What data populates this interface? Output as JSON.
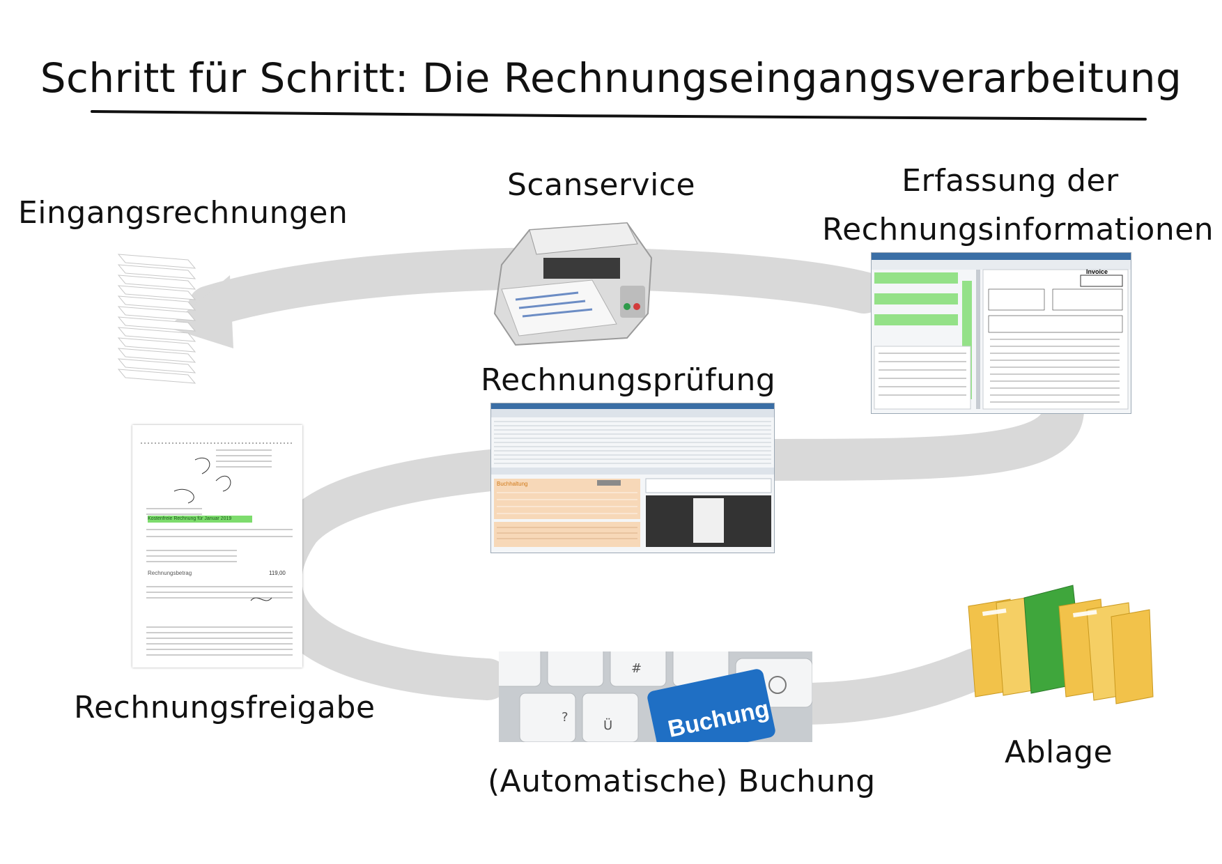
{
  "title": "Schritt für Schritt: Die Rechnungseingangsverarbeitung",
  "steps": {
    "eingangsrechnungen": "Eingangsrechnungen",
    "scanservice": "Scanservice",
    "erfassung_line1": "Erfassung der",
    "erfassung_line2": "Rechnungsinformationen",
    "rechnungspruefung": "Rechnungsprüfung",
    "rechnungsfreigabe": "Rechnungsfreigabe",
    "buchung": "(Automatische) Buchung",
    "ablage": "Ablage"
  },
  "invoice_doc": {
    "highlight": "Kostenfreie Rechnung für Januar 2019",
    "amount_label": "Rechnungsbetrag",
    "amount": "119,00"
  },
  "erfassung_doc": {
    "heading": "Invoice"
  },
  "pruefung_doc": {
    "section_heading": "Buchhaltung"
  },
  "keyboard": {
    "key_label": "Buchung"
  },
  "colors": {
    "flow_band": "#d9d9d9",
    "title_rule": "#111111",
    "key_blue": "#1f6fc4",
    "folder_yellow": "#f2c24a",
    "folder_green": "#3fa63c",
    "highlight_green": "#7ddc6d",
    "form_peach": "#f7d8b8"
  }
}
